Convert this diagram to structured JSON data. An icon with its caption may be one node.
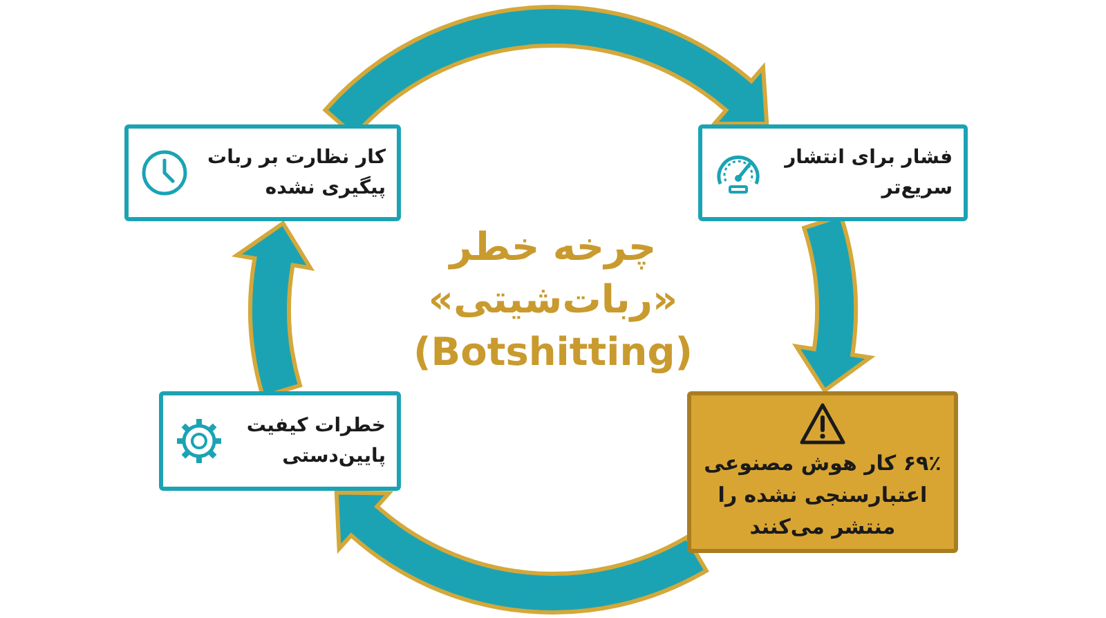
{
  "diagram": {
    "title": "چرخه خطر «ربات‌شیتی» (Botshitting)",
    "nodes": [
      {
        "text": [
          "کار نظارت بر ربات پیگیری نشده"
        ]
      },
      {
        "text": [
          "فشار برای انتشار سریع‌تر"
        ]
      },
      {
        "text": [
          "خطرات کیفیت پایین‌دستی"
        ]
      },
      {
        "text": [
          "۶۹٪ کار هوش مصنوعی اعتبارسنجی نشده را منتشر می‌کنند"
        ]
      }
    ],
    "edges": [
      {
        "from": 0,
        "to": 1,
        "arrow": "to"
      },
      {
        "from": 1,
        "to": 3,
        "arrow": "to"
      },
      {
        "from": 3,
        "to": 2,
        "arrow": "to"
      },
      {
        "from": 2,
        "to": 0,
        "arrow": "to"
      }
    ]
  }
}
